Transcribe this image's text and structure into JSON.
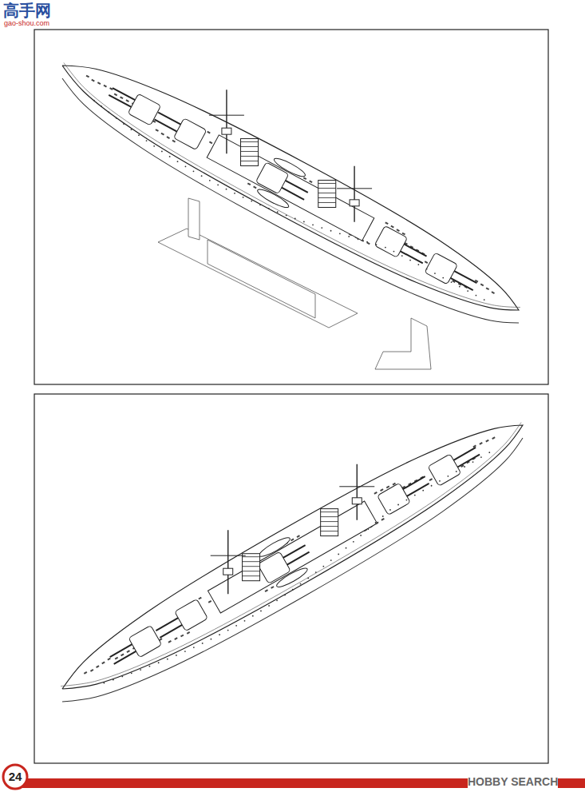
{
  "diagram": {
    "labels": [
      "高手网",
      "gao-shou.com",
      "24",
      "HOBBY SEARCH"
    ]
  }
}
